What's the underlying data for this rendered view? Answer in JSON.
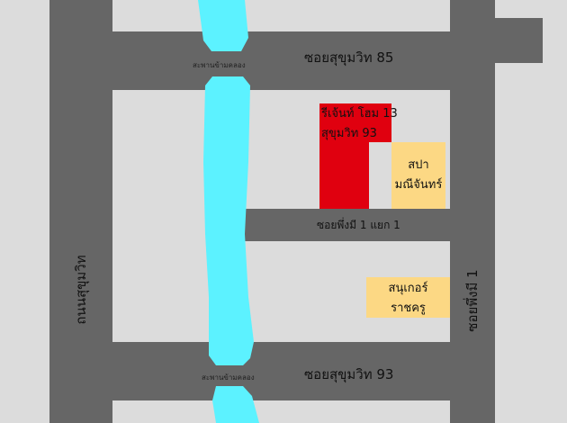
{
  "colors": {
    "background": "#dcdcdc",
    "road": "#666666",
    "river": "#5cf2ff",
    "hotel": "#e0000f",
    "place": "#fcd884"
  },
  "roads": {
    "top": "ซอยสุขุมวิท 85",
    "bottom": "ซอยสุขุมวิท 93",
    "middle": "ซอยพึ่งมี 1 แยก 1",
    "right": "ซอยพึ่งมี 1",
    "left": "ถนนสุขุมวิท"
  },
  "bridges": {
    "top": "สะพานข้ามคลอง",
    "bottom": "สะพานข้ามคลอง"
  },
  "places": {
    "hotel": {
      "line1": "รีเจ้นท์ โฮม 13",
      "line2": "สุขุมวิท 93"
    },
    "spa": {
      "line1": "สปา",
      "line2": "มณีจันทร์"
    },
    "snooker": {
      "line1": "สนุเกอร์",
      "line2": "ราชครู"
    }
  }
}
